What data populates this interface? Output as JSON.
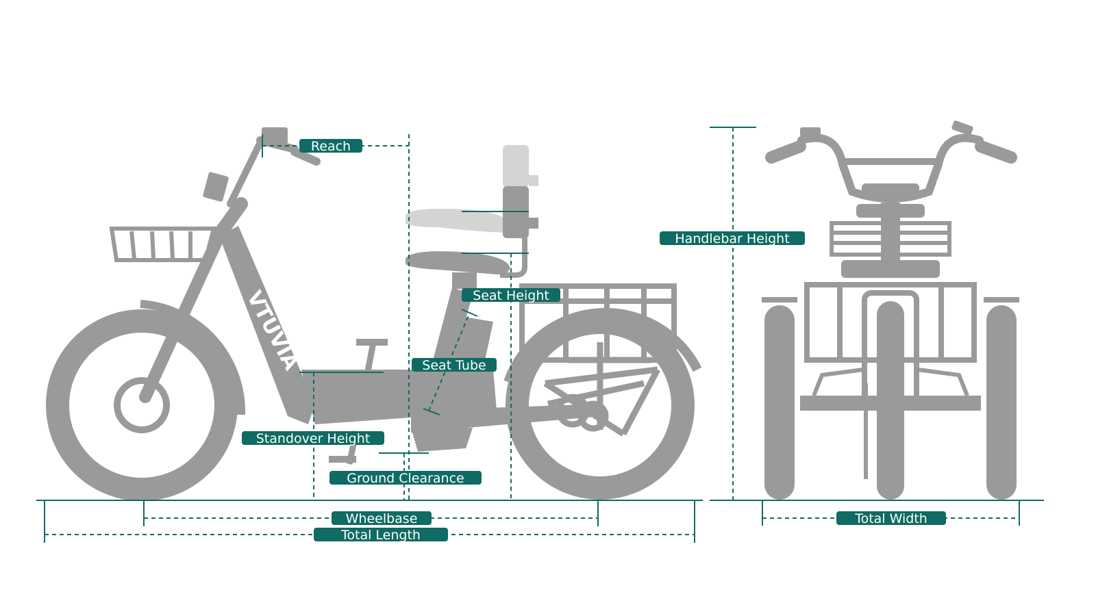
{
  "colors": {
    "accent": "#0f6b63",
    "bike_gray": "#9a9a9a",
    "seat_ghost": "#d4d4d4",
    "background": "#ffffff"
  },
  "brand": {
    "name": "VTUVIA"
  },
  "labels": {
    "reach": "Reach",
    "seat_height": "Seat Height",
    "seat_tube": "Seat Tube",
    "standover_height": "Standover Height",
    "ground_clearance": "Ground Clearance",
    "wheelbase": "Wheelbase",
    "total_length": "Total Length",
    "handlebar_height": "Handlebar Height",
    "total_width": "Total Width"
  }
}
